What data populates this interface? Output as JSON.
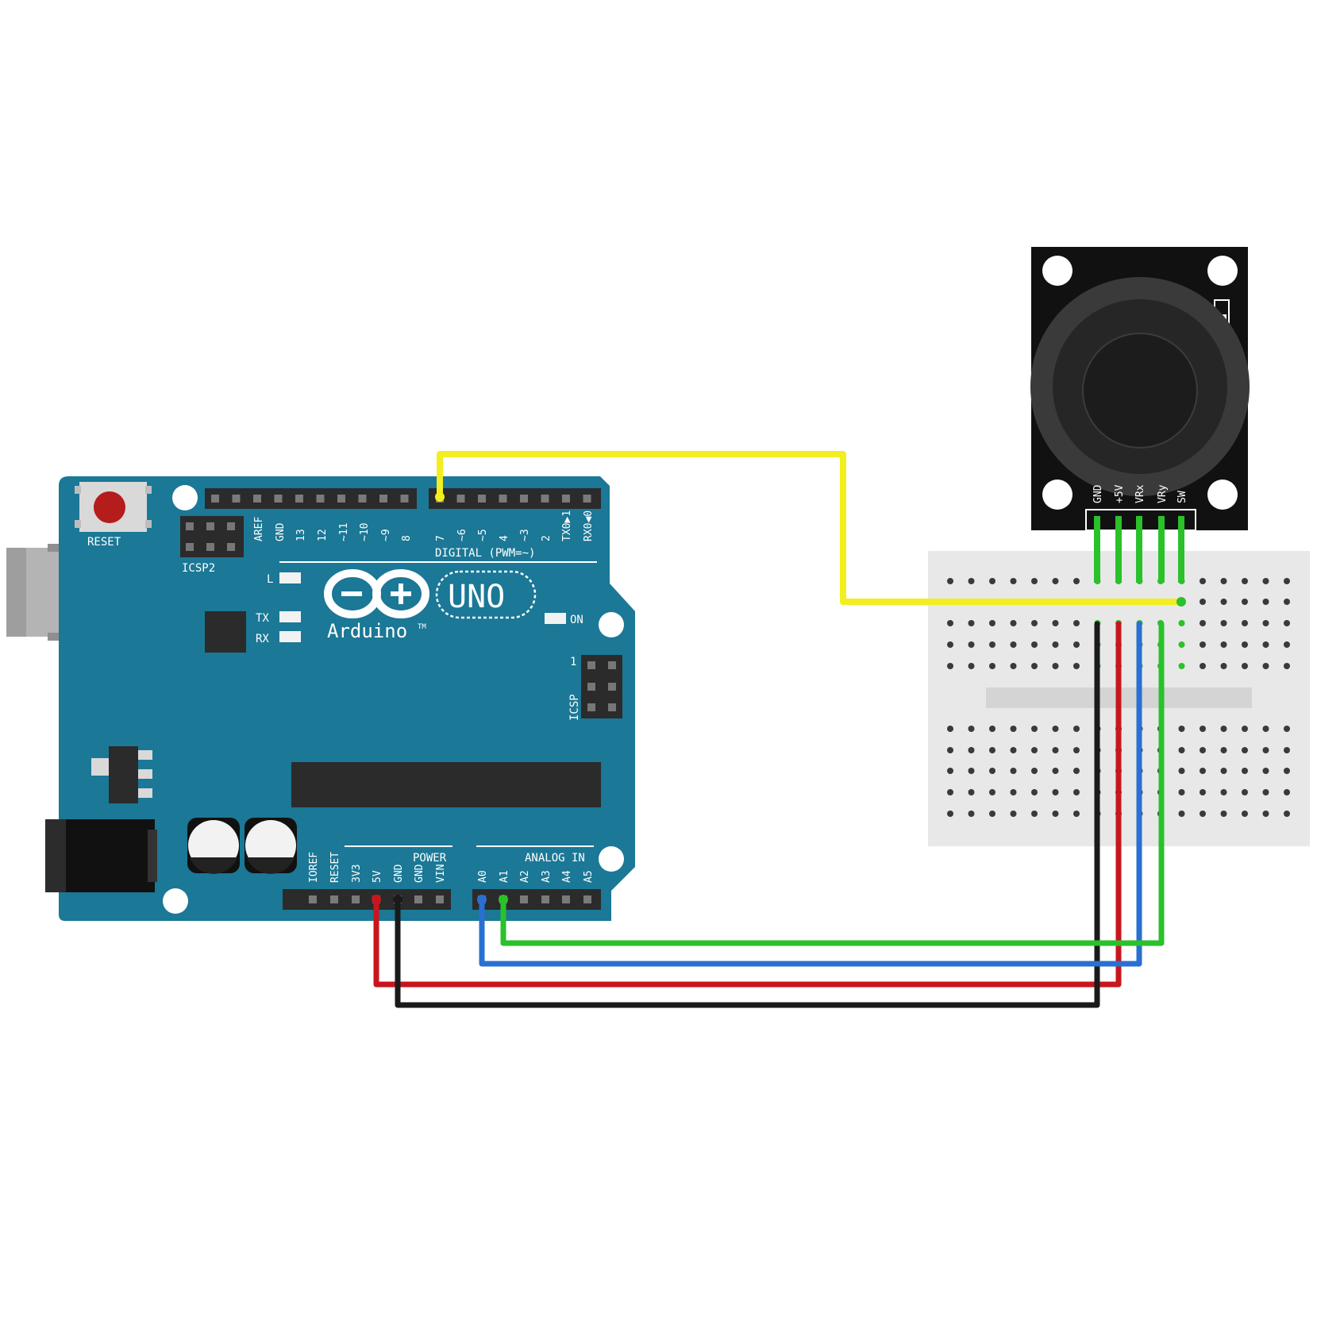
{
  "colors": {
    "board": "#1b7896",
    "board_dark": "#135f77",
    "header": "#2b2b2b",
    "wire_yellow": "#f2ee1f",
    "wire_red": "#c8161d",
    "wire_black": "#1a1a1a",
    "wire_blue": "#2a6fd2",
    "wire_green": "#2ac12a",
    "breadboard": "#e8e8e8",
    "module": "#111111",
    "reset_button": "#b51c1c"
  },
  "board": {
    "brand": "Arduino",
    "trademark": "TM",
    "model": "UNO",
    "reset_label": "RESET",
    "icsp2_label": "ICSP2",
    "icsp_label": "ICSP",
    "icsp_pin1": "1",
    "led_l": "L",
    "led_tx": "TX",
    "led_rx": "RX",
    "led_on": "ON",
    "digital_label": "DIGITAL (PWM=~)",
    "power_label": "POWER",
    "analog_label": "ANALOG IN",
    "digital_pins": [
      "AREF",
      "GND",
      "13",
      "12",
      "~11",
      "~10",
      "~9",
      "8",
      "7",
      "~6",
      "~5",
      "4",
      "~3",
      "2",
      "TX0▶1",
      "RX0◀0"
    ],
    "power_pins": [
      "IOREF",
      "RESET",
      "3V3",
      "5V",
      "GND",
      "GND",
      "VIN"
    ],
    "analog_pins": [
      "A0",
      "A1",
      "A2",
      "A3",
      "A4",
      "A5"
    ]
  },
  "module": {
    "pin_labels": [
      "GND",
      "+5V",
      "VRx",
      "VRy",
      "SW"
    ]
  },
  "connections": [
    {
      "color": "yellow",
      "from": "7",
      "to": "SW"
    },
    {
      "color": "red",
      "from": "5V",
      "to": "+5V"
    },
    {
      "color": "black",
      "from": "GND",
      "to": "GND"
    },
    {
      "color": "blue",
      "from": "A0",
      "to": "VRx"
    },
    {
      "color": "green",
      "from": "A1",
      "to": "VRy"
    }
  ]
}
